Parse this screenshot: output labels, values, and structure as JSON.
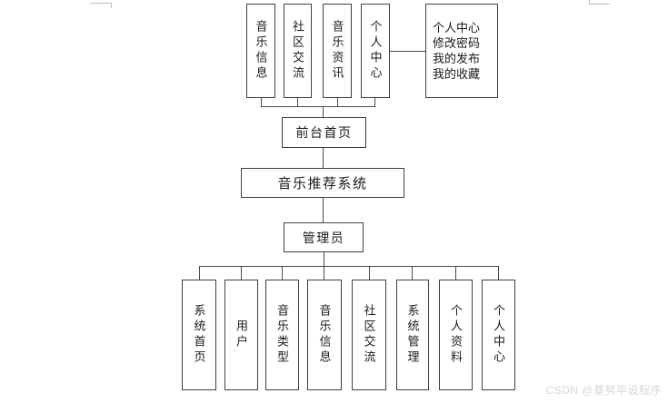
{
  "watermark": {
    "text": "CSDN @基努毕设程序",
    "color": "#d6d6d6"
  },
  "colors": {
    "background": "#ffffff",
    "box_border": "#3f3f3f",
    "connector_line": "#4a4a4a",
    "text": "#1a1a1a",
    "corner_mark": "#bdbdbd"
  },
  "diagram": {
    "system_root": {
      "label": "音乐推荐系统"
    },
    "front_home": {
      "label": "前台首页"
    },
    "admin": {
      "label": "管理员"
    },
    "front_modules": [
      {
        "label": "音乐信息"
      },
      {
        "label": "社区交流"
      },
      {
        "label": "音乐资讯"
      },
      {
        "label": "个人中心"
      }
    ],
    "personal_center_detail": {
      "lines": [
        "个人中心",
        "修改密码",
        "我的发布",
        "我的收藏"
      ]
    },
    "admin_modules": [
      {
        "label": "系统首页"
      },
      {
        "label": "用户"
      },
      {
        "label": "音乐类型"
      },
      {
        "label": "音乐信息"
      },
      {
        "label": "社区交流"
      },
      {
        "label": "系统管理"
      },
      {
        "label": "个人资料"
      },
      {
        "label": "个人中心"
      }
    ]
  }
}
